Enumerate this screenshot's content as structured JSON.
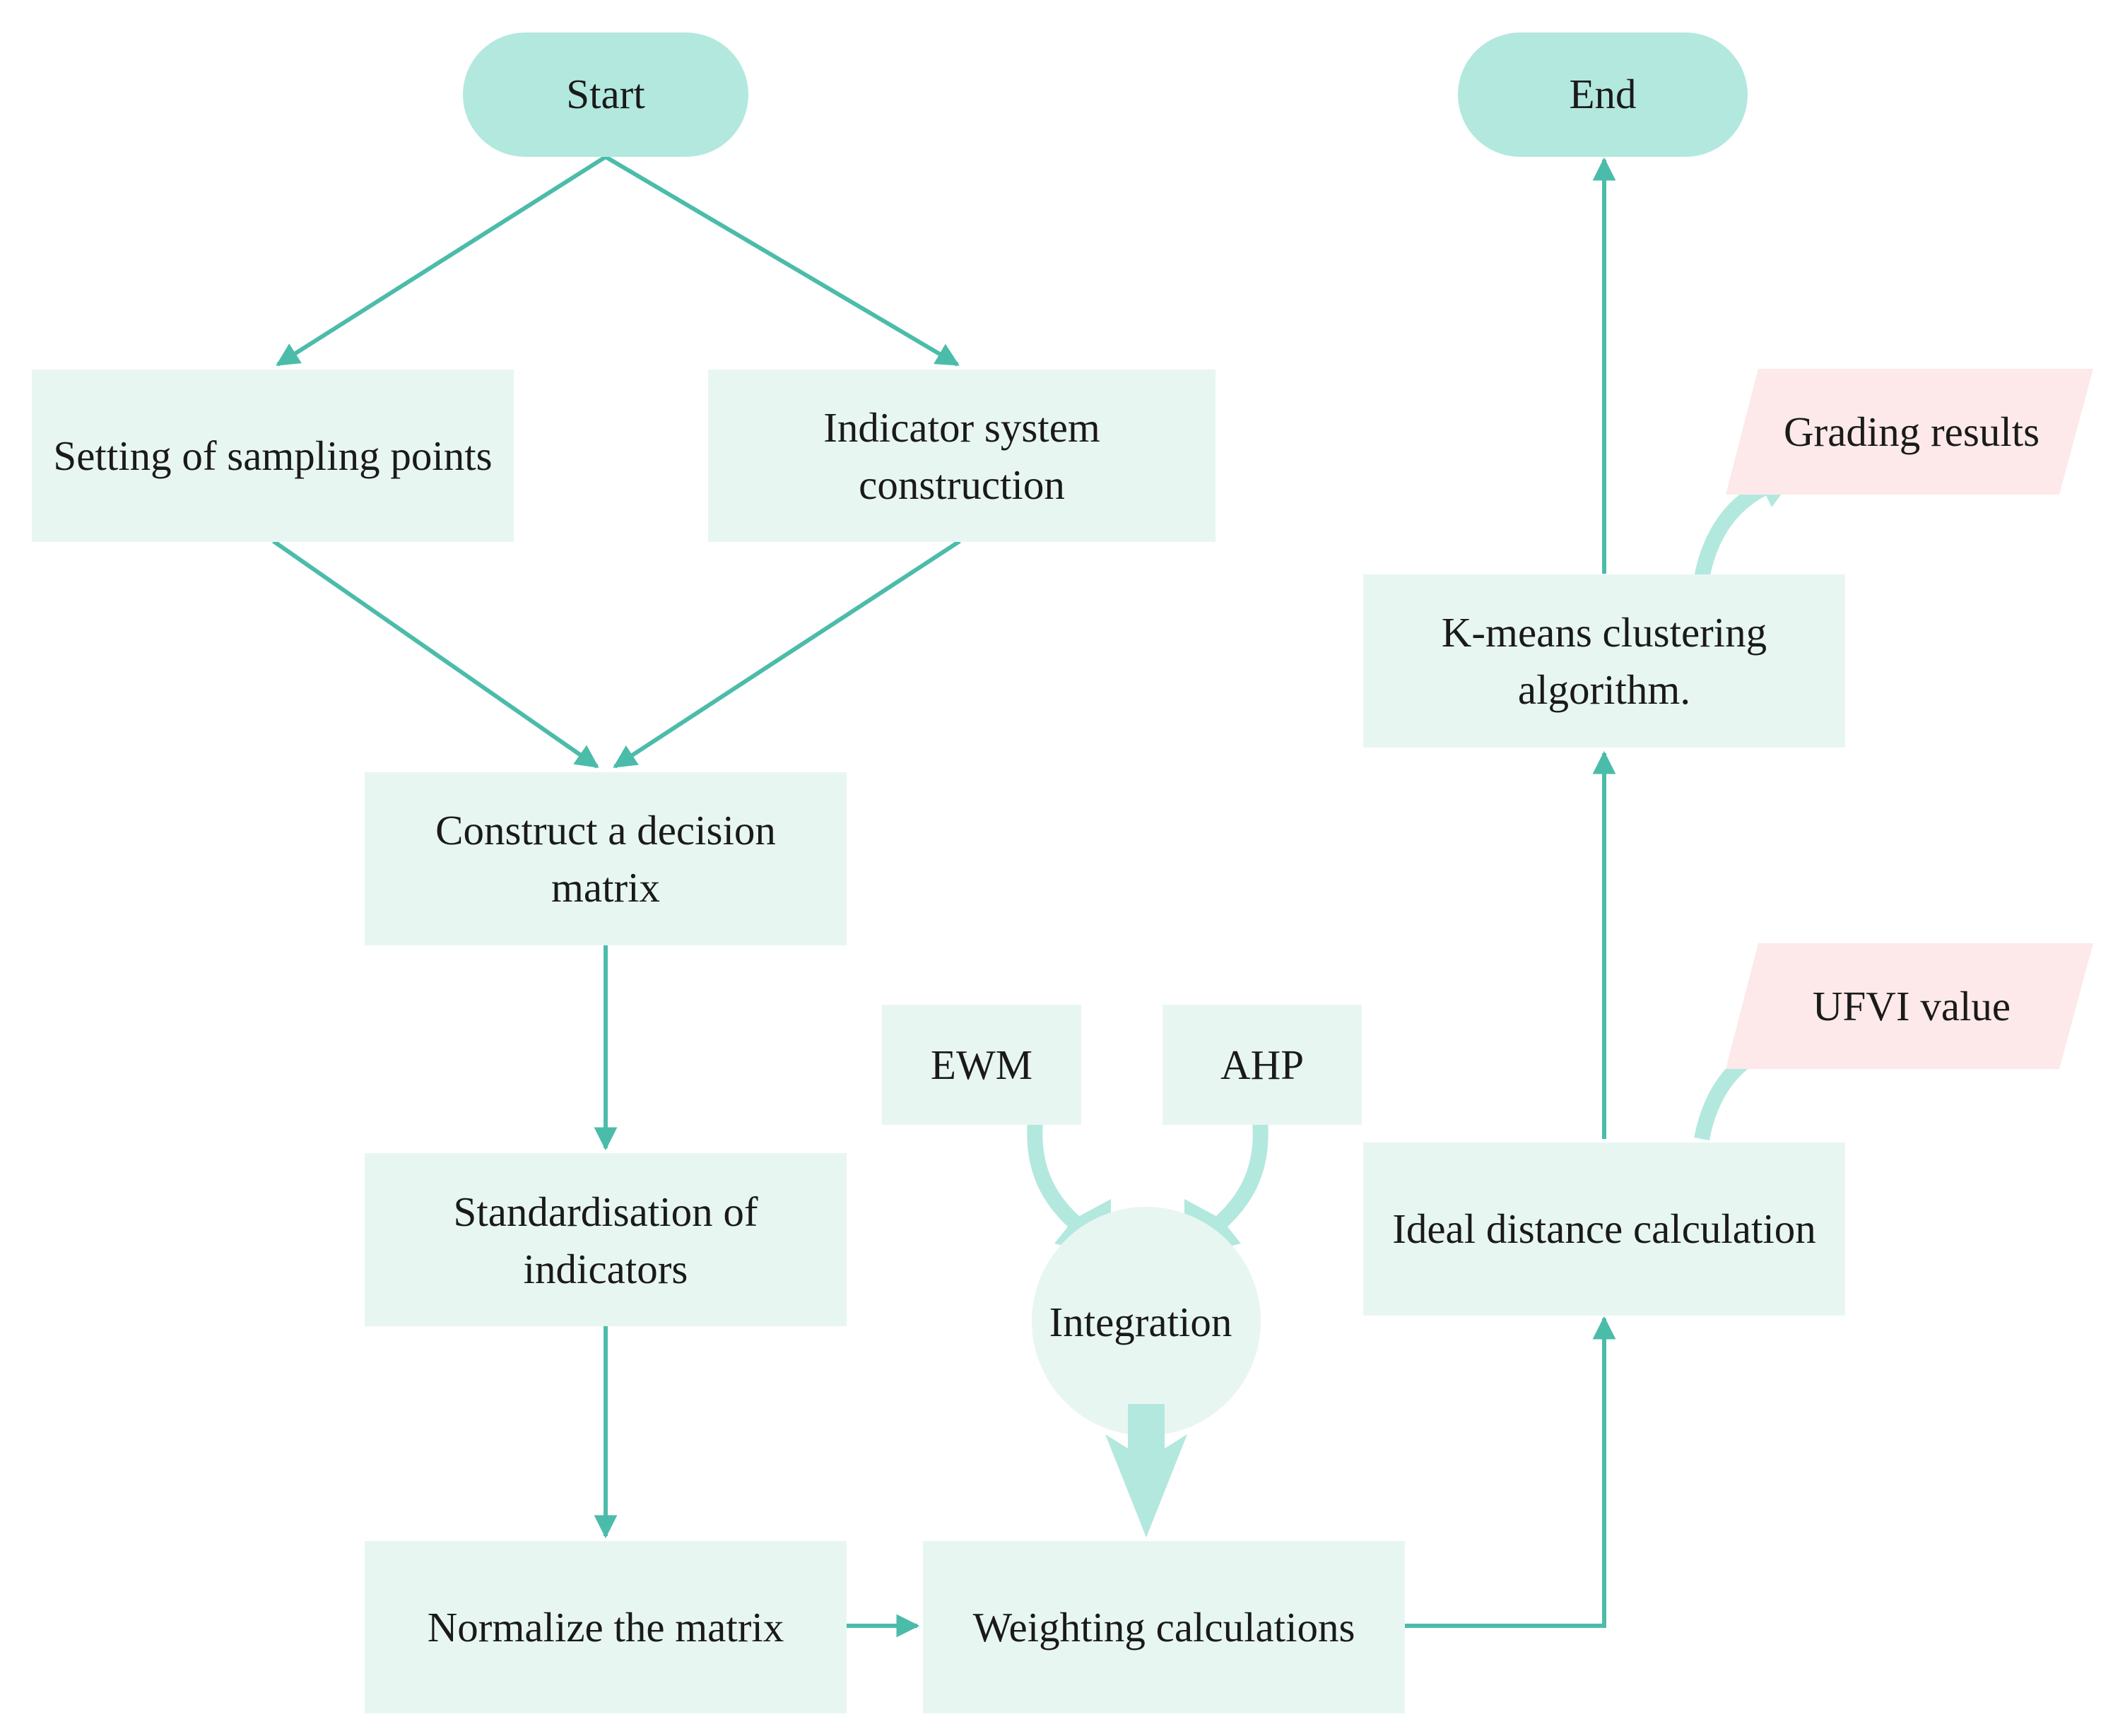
{
  "colors": {
    "terminal_fill": "#b3e8df",
    "process_fill": "#e8f6f2",
    "output_fill": "#fde9e9",
    "integration_fill": "#e8f6f2",
    "edge": "#4cbcaa",
    "soft_arrow": "#b3e8df",
    "text": "#1a1a1a"
  },
  "nodes": {
    "start": {
      "lines": [
        "Start"
      ]
    },
    "end": {
      "lines": [
        "End"
      ]
    },
    "sampling_points": {
      "lines": [
        "Setting of sampling points"
      ]
    },
    "indicator_system": {
      "lines": [
        "Indicator system",
        "construction"
      ]
    },
    "decision_matrix": {
      "lines": [
        "Construct a decision",
        "matrix"
      ]
    },
    "standardisation": {
      "lines": [
        "Standardisation of",
        "indicators"
      ]
    },
    "normalize": {
      "lines": [
        "Normalize the matrix"
      ]
    },
    "weighting": {
      "lines": [
        "Weighting calculations"
      ]
    },
    "ewm": {
      "lines": [
        "EWM"
      ]
    },
    "ahp": {
      "lines": [
        "AHP"
      ]
    },
    "integration": {
      "lines": [
        "Integration"
      ]
    },
    "ideal_distance": {
      "lines": [
        "Ideal distance calculation"
      ]
    },
    "kmeans": {
      "lines": [
        "K-means clustering",
        "algorithm."
      ]
    },
    "ufvi_value": {
      "lines": [
        "UFVI value"
      ]
    },
    "grading_results": {
      "lines": [
        "Grading results"
      ]
    }
  }
}
